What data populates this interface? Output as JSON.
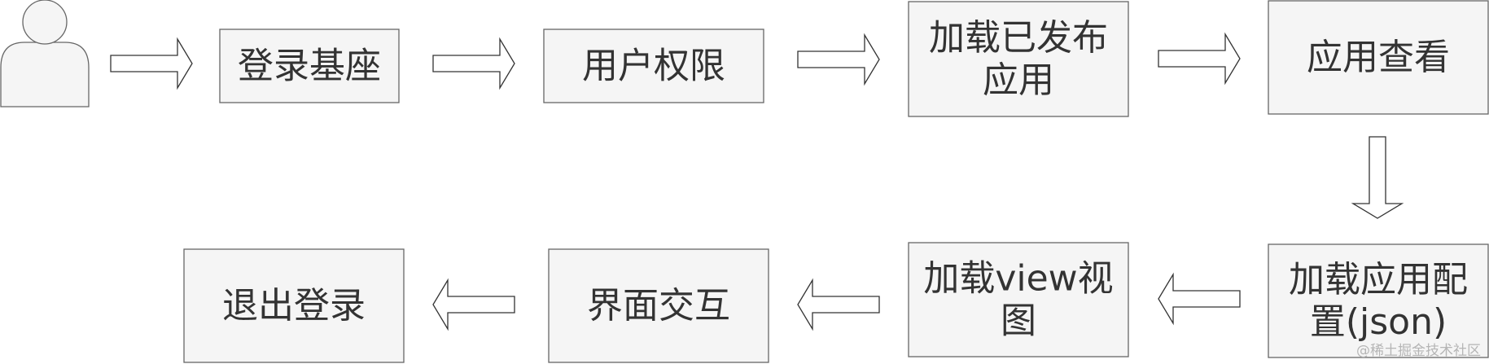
{
  "steps": [
    {
      "id": "login",
      "lines": [
        "登录基座"
      ]
    },
    {
      "id": "permission",
      "lines": [
        "用户权限"
      ]
    },
    {
      "id": "load-published",
      "lines": [
        "加载已发布",
        "应用"
      ]
    },
    {
      "id": "view-app",
      "lines": [
        "应用查看"
      ]
    },
    {
      "id": "load-config",
      "lines": [
        "加载应用配",
        "置(json)"
      ]
    },
    {
      "id": "load-view",
      "lines": [
        "加载view视",
        "图"
      ]
    },
    {
      "id": "interaction",
      "lines": [
        "界面交互"
      ]
    },
    {
      "id": "logout",
      "lines": [
        "退出登录"
      ]
    }
  ],
  "flow": [
    {
      "from": "actor",
      "to": "login"
    },
    {
      "from": "login",
      "to": "permission"
    },
    {
      "from": "permission",
      "to": "load-published"
    },
    {
      "from": "load-published",
      "to": "view-app"
    },
    {
      "from": "view-app",
      "to": "load-config"
    },
    {
      "from": "load-config",
      "to": "load-view"
    },
    {
      "from": "load-view",
      "to": "interaction"
    },
    {
      "from": "interaction",
      "to": "logout"
    }
  ],
  "actor": {
    "icon": "user-icon"
  },
  "watermark": "@稀土掘金技术社区",
  "colors": {
    "box_fill": "#f5f5f5",
    "box_stroke": "#666666",
    "text": "#333333",
    "arrow_fill": "#ffffff",
    "arrow_stroke": "#333333"
  }
}
